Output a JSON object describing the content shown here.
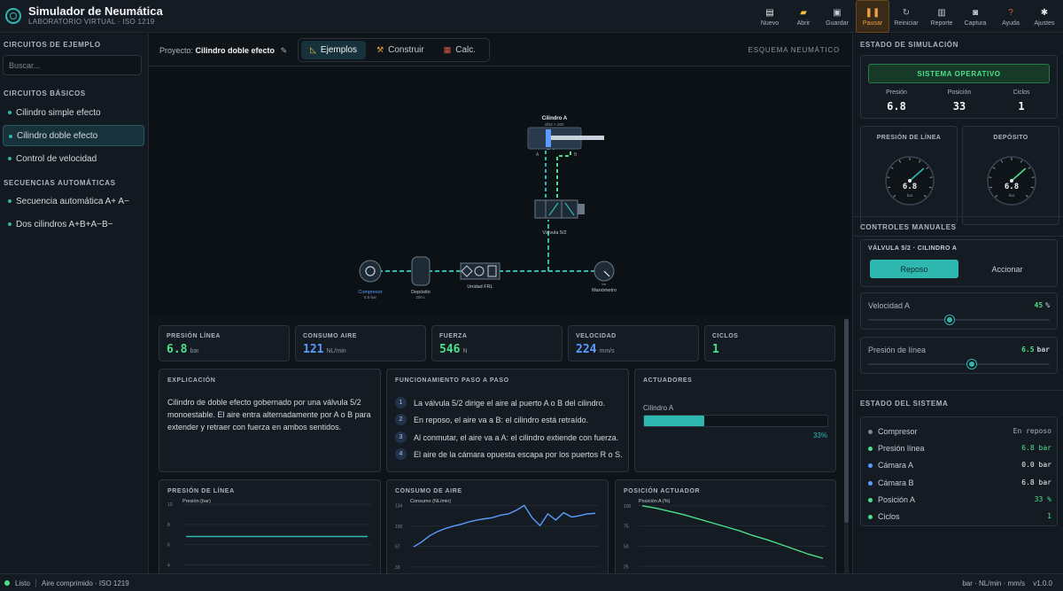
{
  "header": {
    "title": "Simulador de Neumática",
    "subtitle": "LABORATORIO VIRTUAL · ISO 1219",
    "toolbar": [
      {
        "id": "nuevo",
        "label": "Nuevo",
        "icon": "file-icon"
      },
      {
        "id": "abrir",
        "label": "Abrir",
        "icon": "folder-icon"
      },
      {
        "id": "guardar",
        "label": "Guardar",
        "icon": "save-icon"
      },
      {
        "id": "pausar",
        "label": "Pausar",
        "icon": "pause-icon",
        "active": true
      },
      {
        "id": "reiniciar",
        "label": "Reiniciar",
        "icon": "refresh-icon"
      },
      {
        "id": "reporte",
        "label": "Reporte",
        "icon": "report-icon"
      },
      {
        "id": "captura",
        "label": "Captura",
        "icon": "camera-icon"
      },
      {
        "id": "ayuda",
        "label": "Ayuda",
        "icon": "help-icon"
      },
      {
        "id": "ajustes",
        "label": "Ajustes",
        "icon": "gear-icon"
      }
    ]
  },
  "sidebar": {
    "heading": "CIRCUITOS DE EJEMPLO",
    "search_placeholder": "Buscar...",
    "groups": [
      {
        "title": "CIRCUITOS BÁSICOS",
        "items": [
          "Cilindro simple efecto",
          "Cilindro doble efecto",
          "Control de velocidad"
        ]
      },
      {
        "title": "SECUENCIAS AUTOMÁTICAS",
        "items": [
          "Secuencia automática A+ A−",
          "Dos cilindros A+B+A−B−"
        ]
      }
    ],
    "selected": "Cilindro doble efecto"
  },
  "canvas": {
    "project_prefix": "Proyecto:",
    "project_name": "Cilindro doble efecto",
    "tabs": [
      {
        "label": "Ejemplos",
        "icon": "triangle-ruler-icon",
        "selected": true
      },
      {
        "label": "Construir",
        "icon": "tools-icon"
      },
      {
        "label": "Calc.",
        "icon": "bars-icon"
      }
    ],
    "schema_label": "ESQUEMA NEUMÁTICO",
    "schematic": {
      "cylinder_label": "Cilindro A",
      "cylinder_spec": "Ø32 × 200",
      "port_a": "A",
      "port_b": "B",
      "valve_label": "Válvula 5/2",
      "compressor_label": "Compresor",
      "compressor_spec": "6.5 bar",
      "tank_label": "Depósito",
      "tank_spec": "200 L",
      "frl_label": "Unidad FRL",
      "gauge_label": "Manómetro",
      "gauge_unit": "bar"
    }
  },
  "metrics": [
    {
      "label": "PRESIÓN LÍNEA",
      "value": "6.8",
      "unit": "bar",
      "color": "#4be08a"
    },
    {
      "label": "CONSUMO AIRE",
      "value": "121",
      "unit": "NL/min",
      "color": "#5a9cff"
    },
    {
      "label": "FUERZA",
      "value": "546",
      "unit": "N",
      "color": "#4be08a"
    },
    {
      "label": "VELOCIDAD",
      "value": "224",
      "unit": "mm/s",
      "color": "#5a9cff"
    },
    {
      "label": "CICLOS",
      "value": "1",
      "unit": "",
      "color": "#4be08a"
    }
  ],
  "explanation": {
    "title": "EXPLICACIÓN",
    "text": "Cilindro de doble efecto gobernado por una válvula 5/2 monoestable. El aire entra alternadamente por A o B para extender y retraer con fuerza en ambos sentidos."
  },
  "steps": {
    "title": "FUNCIONAMIENTO PASO A PASO",
    "items": [
      "La válvula 5/2 dirige el aire al puerto A o B del cilindro.",
      "En reposo, el aire va a B: el cilindro está retraído.",
      "Al conmutar, el aire va a A: el cilindro extiende con fuerza.",
      "El aire de la cámara opuesta escapa por los puertos R o S."
    ]
  },
  "actuators": {
    "title": "ACTUADORES",
    "name": "Cilindro A",
    "progress": 33,
    "progress_label": "33%"
  },
  "charts": [
    {
      "title": "PRESIÓN DE LÍNEA",
      "legend": "Presión (bar)"
    },
    {
      "title": "CONSUMO DE AIRE",
      "legend": "Consumo (NL/min)"
    },
    {
      "title": "POSICIÓN ACTUADOR",
      "legend": "Posición A (%)"
    }
  ],
  "chart_data": [
    {
      "type": "line",
      "title": "PRESIÓN DE LÍNEA",
      "yticks": [
        10,
        8,
        6,
        4
      ],
      "ylim": [
        3.6,
        10
      ],
      "series": [
        {
          "name": "Presión (bar)",
          "color": "#2fb8b0",
          "values": [
            6.8,
            6.8,
            6.8,
            6.8,
            6.8,
            6.8,
            6.8,
            6.8,
            6.8,
            6.8
          ]
        }
      ]
    },
    {
      "type": "line",
      "title": "CONSUMO DE AIRE",
      "yticks": [
        134,
        100,
        67,
        33
      ],
      "ylim": [
        30,
        136
      ],
      "series": [
        {
          "name": "Consumo (NL/min)",
          "color": "#5a9cff",
          "values": [
            66,
            74,
            84,
            91,
            96,
            100,
            103,
            107,
            110,
            112,
            114,
            118,
            120,
            126,
            134,
            114,
            101,
            120,
            110,
            122,
            115,
            117,
            120,
            121
          ]
        }
      ]
    },
    {
      "type": "line",
      "title": "POSICIÓN ACTUADOR",
      "yticks": [
        100,
        75,
        50,
        25
      ],
      "ylim": [
        22,
        102
      ],
      "series": [
        {
          "name": "Posición A (%)",
          "color": "#4be08a",
          "values": [
            100,
            97,
            93,
            89,
            84,
            79,
            74,
            69,
            63,
            58,
            52,
            46,
            40,
            35
          ]
        }
      ]
    }
  ],
  "rpanel": {
    "sim_heading": "ESTADO DE SIMULACIÓN",
    "sim_status": "SISTEMA OPERATIVO",
    "sim_stats": [
      {
        "label": "Presión",
        "value": "6.8"
      },
      {
        "label": "Posición",
        "value": "33"
      },
      {
        "label": "Ciclos",
        "value": "1"
      }
    ],
    "gauges": [
      {
        "title": "PRESIÓN DE LÍNEA",
        "value": 6.8,
        "value_label": "6.8",
        "unit": "bar",
        "max": 10,
        "color": "#2fb8b0"
      },
      {
        "title": "DEPÓSITO",
        "value": 6.8,
        "value_label": "6.8",
        "unit": "bar",
        "max": 10,
        "color": "#4be08a"
      }
    ],
    "controls_heading": "CONTROLES MANUALES",
    "valve_title": "VÁLVULA 5/2 · CILINDRO A",
    "valve_buttons": [
      "Reposo",
      "Accionar"
    ],
    "sliders": [
      {
        "label": "Velocidad A",
        "value": "45",
        "unit": "%",
        "fraction": 0.45
      },
      {
        "label": "Presión de línea",
        "value": "6.5",
        "unit": "bar",
        "fraction": 0.57
      }
    ],
    "system_heading": "ESTADO DEL SISTEMA",
    "system_rows": [
      {
        "name": "Compresor",
        "value": "En reposo",
        "dot": "#7d8894",
        "vcolor": "#aab4bf"
      },
      {
        "name": "Presión línea",
        "value": "6.8 bar",
        "dot": "#4be08a",
        "vcolor": "#4be08a"
      },
      {
        "name": "Cámara A",
        "value": "0.0 bar",
        "dot": "#5a9cff",
        "vcolor": "#f2f5f8"
      },
      {
        "name": "Cámara B",
        "value": "6.8 bar",
        "dot": "#5a9cff",
        "vcolor": "#f2f5f8"
      },
      {
        "name": "Posición A",
        "value": "33 %",
        "dot": "#4be08a",
        "vcolor": "#4be08a"
      },
      {
        "name": "Ciclos",
        "value": "1",
        "dot": "#4be08a",
        "vcolor": "#4be08a"
      }
    ]
  },
  "statusbar": {
    "ready": "Listo",
    "medium": "Aire comprimido · ISO 1219",
    "units": "bar · NL/min · mm/s",
    "version": "v1.0.0"
  }
}
